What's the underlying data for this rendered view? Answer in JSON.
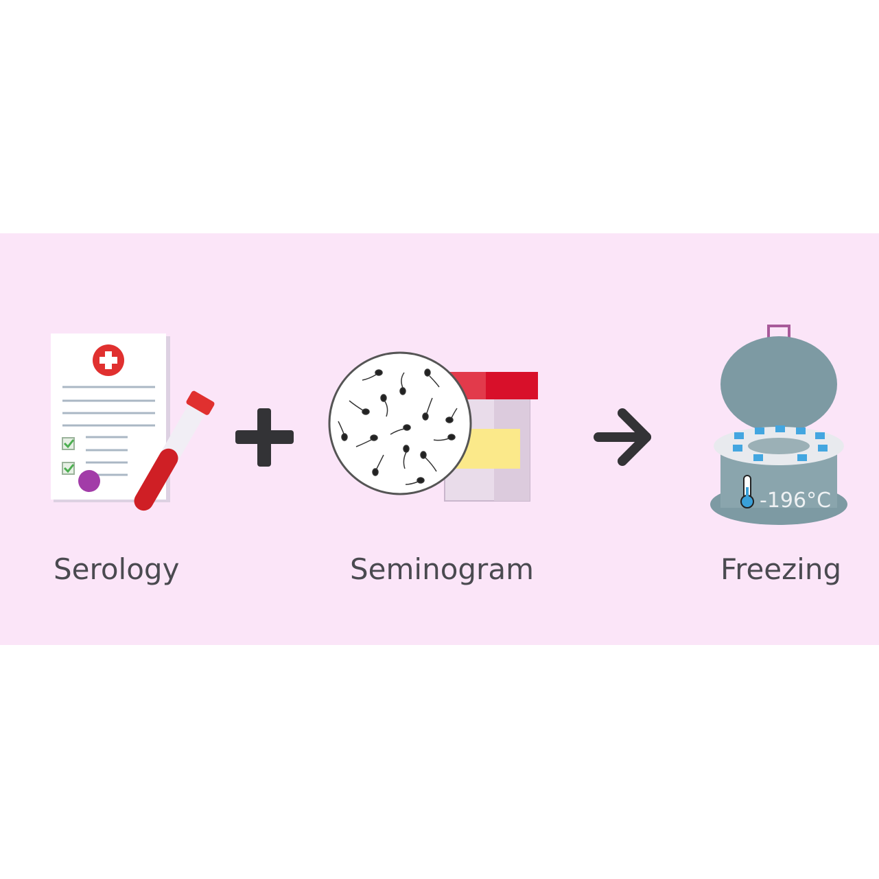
{
  "steps": [
    {
      "label": "Serology",
      "icon": "medical-report-blood-tube-icon"
    },
    {
      "label": "Seminogram",
      "icon": "sperm-sample-icon"
    },
    {
      "label": "Freezing",
      "icon": "cryo-tank-icon"
    }
  ],
  "operators": {
    "plus": "plus-icon",
    "arrow": "arrow-right-icon"
  },
  "freezer": {
    "temperature": "-196°C"
  },
  "colors": {
    "background_band": "#fbe5f8",
    "text": "#4a4a50",
    "accent_red": "#d9262c",
    "tank": "#7d9aa3",
    "stamp": "#a23ca8"
  }
}
